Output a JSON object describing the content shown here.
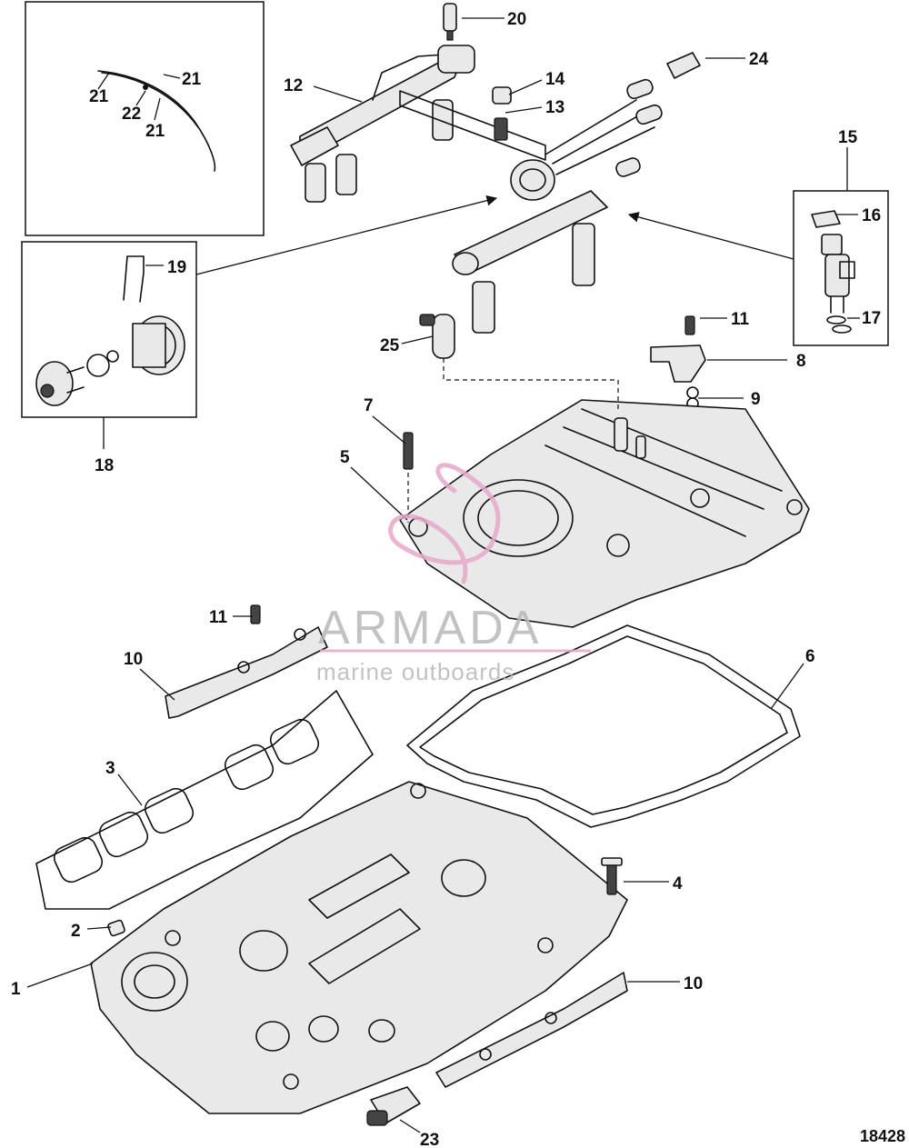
{
  "diagram": {
    "figure_number": "18428",
    "callouts": [
      "1",
      "2",
      "3",
      "4",
      "5",
      "6",
      "7",
      "8",
      "9",
      "10",
      "10",
      "11",
      "11",
      "12",
      "13",
      "14",
      "15",
      "16",
      "17",
      "18",
      "19",
      "20",
      "21",
      "21",
      "21",
      "22",
      "23",
      "24",
      "25"
    ]
  },
  "watermark": {
    "brand": "ARMADA",
    "tagline": "marine outboards",
    "accent_color": "#e6a8c8"
  }
}
